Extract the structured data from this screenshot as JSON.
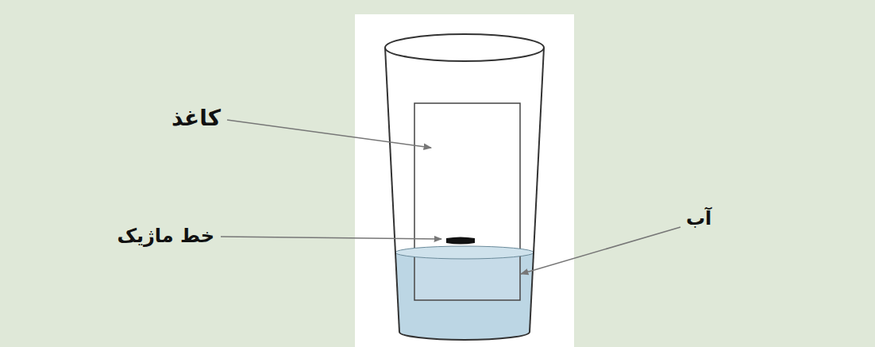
{
  "diagram": {
    "labels": [
      "کاغذ",
      "خط ماژیک",
      "آب"
    ]
  }
}
